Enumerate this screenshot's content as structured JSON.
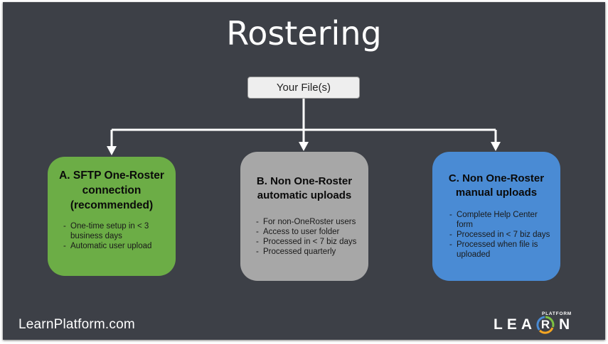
{
  "title": "Rostering",
  "root": {
    "label": "Your File(s)"
  },
  "boxes": [
    {
      "title": "A. SFTP One-Roster\nconnection\n(recommended)",
      "color": "#6cad46",
      "bullets": [
        "One-time setup in < 3 business days",
        "Automatic user upload"
      ]
    },
    {
      "title": "B.  Non One-Roster\nautomatic uploads",
      "color": "#a7a7a7",
      "bullets": [
        "For non-OneRoster users",
        "Access to user folder",
        "Processed in < 7 biz days",
        "Processed quarterly"
      ]
    },
    {
      "title": "C. Non One-Roster\nmanual uploads",
      "color": "#4a8bd4",
      "bullets": [
        "Complete Help Center form",
        "Processed in < 7 biz days",
        "Processed when file is uploaded"
      ]
    }
  ],
  "footer": {
    "url": "LearnPlatform.com",
    "logo": {
      "sub": "PLATFORM",
      "pre": "LEA",
      "ring_letter": "R",
      "post": "N",
      "ring_colors": [
        "#7dc242",
        "#f5a623",
        "#4a8bd4"
      ]
    }
  }
}
